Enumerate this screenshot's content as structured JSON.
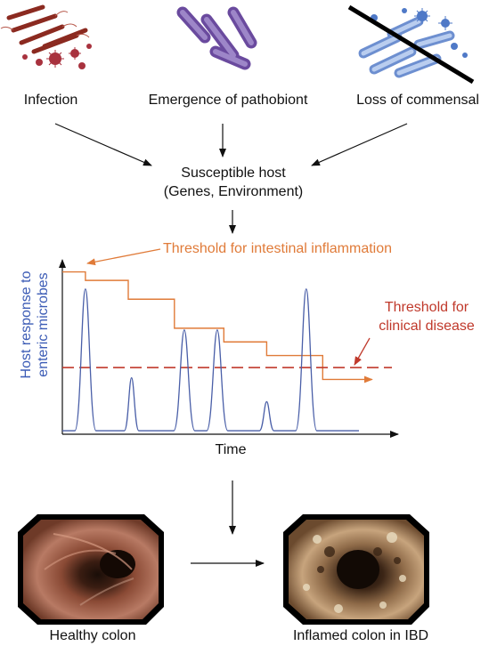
{
  "causes": [
    {
      "label": "Infection",
      "icon": "bacteria-virus-icon"
    },
    {
      "label": "Emergence of pathobiont",
      "icon": "purple-bacteria-icon"
    },
    {
      "label": "Loss of commensal",
      "icon": "crossed-out-bacteria-icon"
    }
  ],
  "host": {
    "line1": "Susceptible host",
    "line2": "(Genes, Environment)"
  },
  "chart": {
    "title_threshold_inflammation": "Threshold  for  intestinal  inflammation",
    "title_threshold_clinical_1": "Threshold for",
    "title_threshold_clinical_2": "clinical disease",
    "ylabel_1": "Host response to",
    "ylabel_2": "enteric microbes",
    "xlabel": "Time"
  },
  "chart_data": {
    "type": "line",
    "xlabel": "Time",
    "ylabel": "Host response to enteric microbes",
    "xlim": [
      0,
      100
    ],
    "ylim": [
      0,
      100
    ],
    "series": [
      {
        "name": "Host response",
        "color": "#4a5fa8",
        "peaks": [
          [
            7,
            84
          ],
          [
            21,
            32
          ],
          [
            37,
            60
          ],
          [
            47,
            60
          ],
          [
            62,
            18
          ],
          [
            74,
            84
          ]
        ]
      },
      {
        "name": "Threshold for intestinal inflammation",
        "color": "#e07b39",
        "steps": [
          [
            0,
            94
          ],
          [
            7,
            89
          ],
          [
            20,
            78
          ],
          [
            34,
            61
          ],
          [
            49,
            53
          ],
          [
            62,
            45
          ],
          [
            79,
            31
          ]
        ]
      },
      {
        "name": "Threshold for clinical disease",
        "color": "#c0392b",
        "value": 38,
        "style": "dashed"
      }
    ]
  },
  "colons": [
    {
      "label": "Healthy colon"
    },
    {
      "label": "Inflamed colon in IBD"
    }
  ],
  "colors": {
    "orange": "#e07b39",
    "red": "#c0392b",
    "blue": "#4a5fa8",
    "ylabel": "#3b5bb5"
  }
}
